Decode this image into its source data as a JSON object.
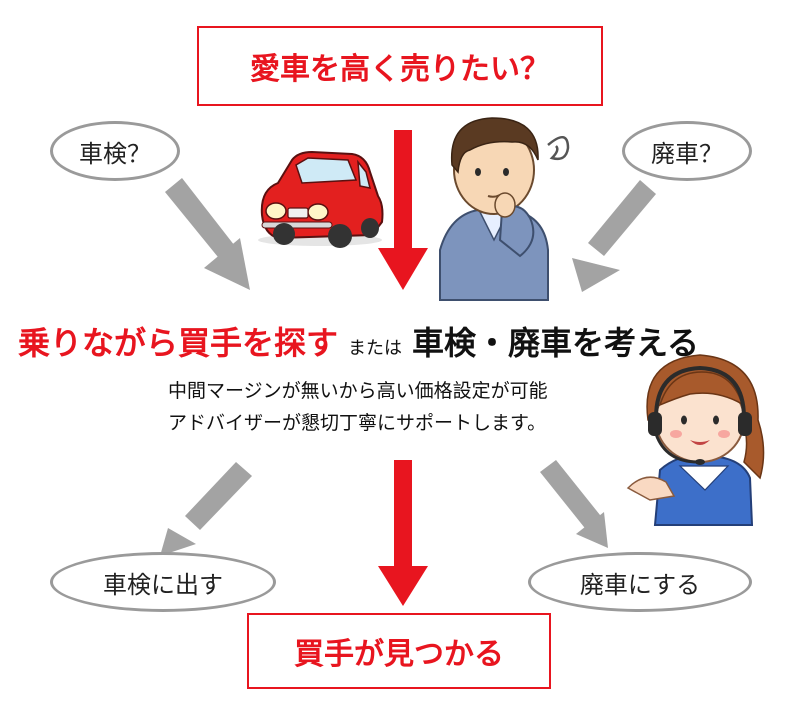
{
  "top_box": "愛車を高く売りたい？",
  "left_oval": "車検？",
  "right_oval": "廃車？",
  "headline": {
    "red": "乗りながら買手を探す",
    "mid": "または",
    "black": "車検・廃車を考える"
  },
  "desc_lines": [
    "中間マージンが無いから高い価格設定が可能",
    "アドバイザーが懇切丁寧にサポートします。"
  ],
  "bottom_left_oval": "車検に出す",
  "bottom_right_oval": "廃車にする",
  "bottom_box": "買手が見つかる",
  "colors": {
    "accent_red": "#e8151f",
    "gray_arrow": "#a3a3a3",
    "oval_border": "#9a9a9a"
  }
}
